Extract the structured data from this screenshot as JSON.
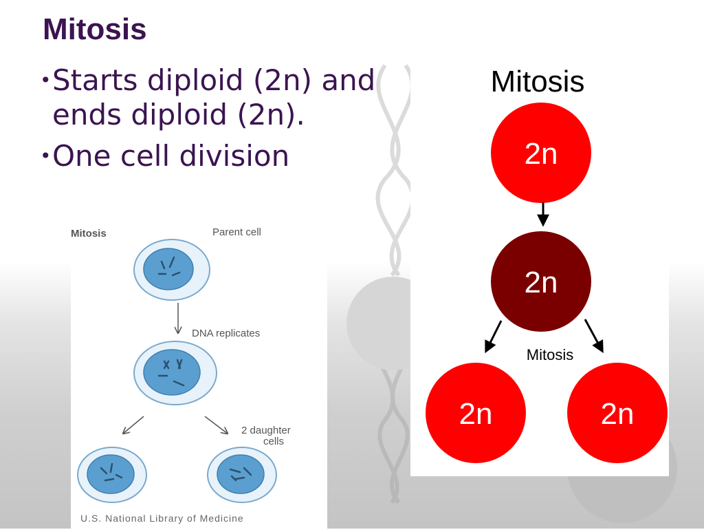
{
  "slide": {
    "title": "Mitosis",
    "bullets": [
      {
        "line1": "Starts diploid (2n) and",
        "line2": "ends diploid (2n)."
      },
      {
        "line1": "One cell division"
      }
    ]
  },
  "left_diagram": {
    "heading": "Mitosis",
    "parent_label": "Parent cell",
    "step_label": "DNA replicates",
    "daughter_label_line1": "2 daughter",
    "daughter_label_line2": "cells",
    "credit": "U.S. National Library of Medicine"
  },
  "right_diagram": {
    "heading": "Mitosis",
    "process_label": "Mitosis",
    "cells": [
      {
        "label": "2n",
        "color": "#ff0000"
      },
      {
        "label": "2n",
        "color": "#7a0000"
      },
      {
        "label": "2n",
        "color": "#ff0000"
      },
      {
        "label": "2n",
        "color": "#ff0000"
      }
    ]
  },
  "colors": {
    "title": "#3b1450",
    "cell_fill": "#5a9fd0",
    "cell_outline": "#6aa3c8"
  }
}
